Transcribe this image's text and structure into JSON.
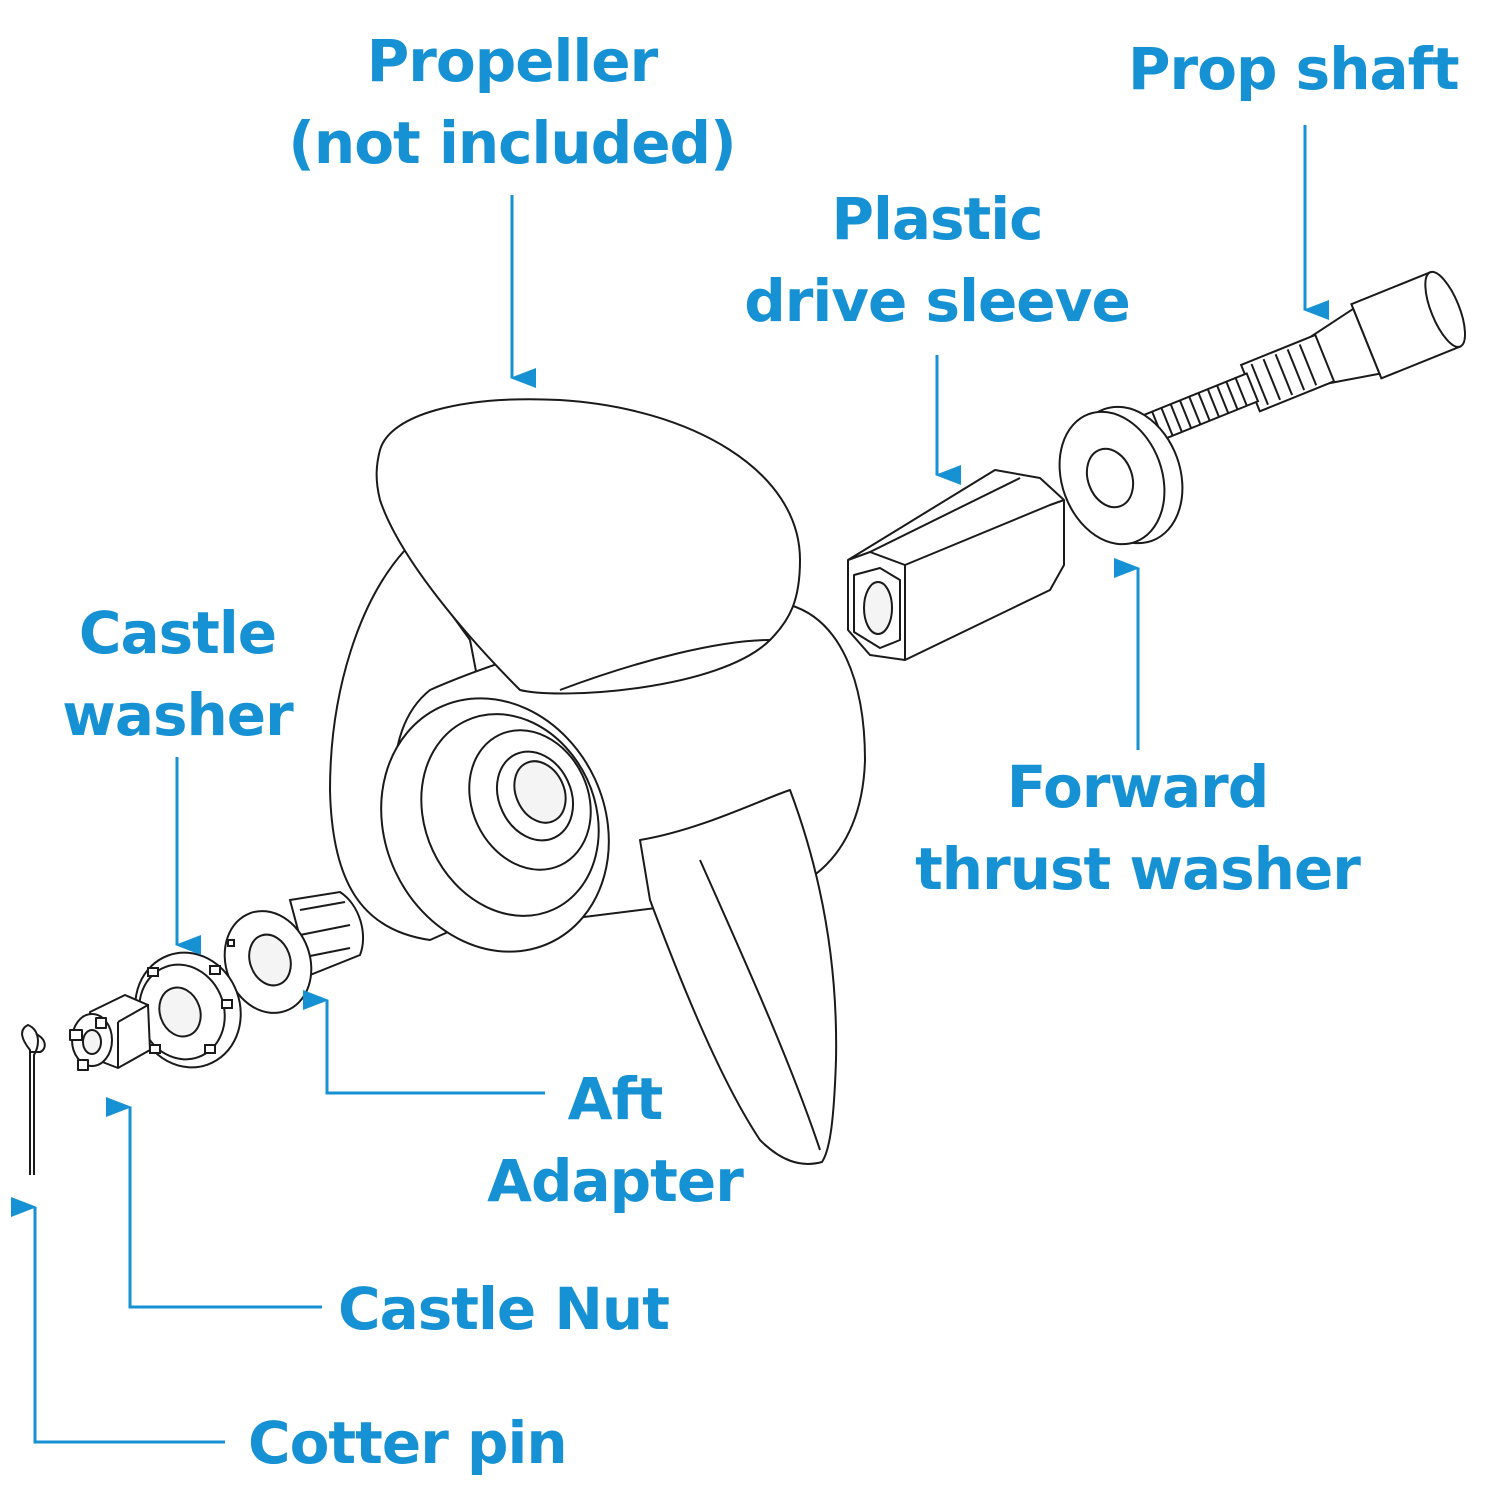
{
  "colors": {
    "label": "#1691d3",
    "line_art": "#1a1a1a",
    "background": "#ffffff"
  },
  "labels": {
    "propeller": {
      "line1": "Propeller",
      "line2": "(not included)"
    },
    "prop_shaft": {
      "line1": "Prop shaft"
    },
    "drive_sleeve": {
      "line1": "Plastic",
      "line2": "drive sleeve"
    },
    "castle_washer": {
      "line1": "Castle",
      "line2": "washer"
    },
    "thrust_washer": {
      "line1": "Forward",
      "line2": "thrust washer"
    },
    "aft_adapter": {
      "line1": "Aft",
      "line2": "Adapter"
    },
    "castle_nut": {
      "line1": "Castle Nut"
    },
    "cotter_pin": {
      "line1": "Cotter pin"
    }
  },
  "parts": [
    "propeller",
    "prop-shaft",
    "plastic-drive-sleeve",
    "forward-thrust-washer",
    "aft-adapter",
    "castle-washer",
    "castle-nut",
    "cotter-pin"
  ]
}
